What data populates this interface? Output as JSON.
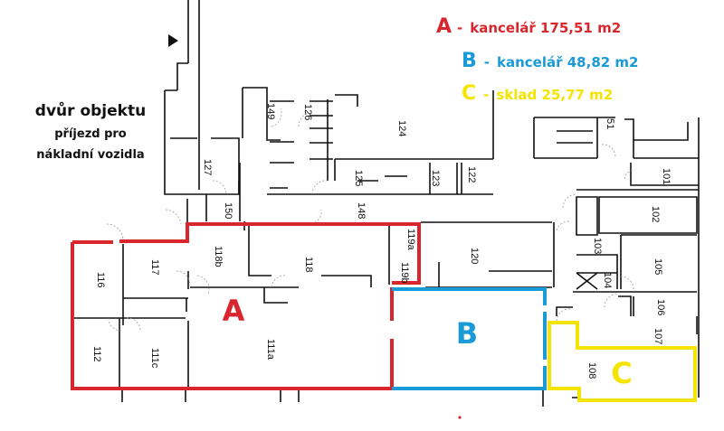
{
  "colors": {
    "A": "#d9262e",
    "B": "#1a9ad6",
    "C": "#f5e400",
    "walls": "#111111"
  },
  "title": {
    "line1": "dvůr objektu",
    "line2": "příjezd pro",
    "line3": "nákladní vozidla"
  },
  "legend": [
    {
      "letter": "A",
      "sep": "-",
      "text": "kancelář  175,51 m2"
    },
    {
      "letter": "B",
      "sep": "-",
      "text": "kancelář 48,82 m2"
    },
    {
      "letter": "C",
      "sep": "-",
      "text": "sklad 25,77 m2"
    }
  ],
  "areas": {
    "A": "A",
    "B": "B",
    "C": "C"
  },
  "rooms": {
    "r149": "149",
    "r126": "126",
    "r124": "124",
    "r127": "127",
    "r125": "125",
    "r123": "123",
    "r122": "122",
    "r150": "150",
    "r148": "148",
    "r51": "51",
    "r101": "101",
    "r102": "102",
    "r103": "103",
    "r104": "104",
    "r105": "105",
    "r106": "106",
    "r107": "107",
    "r108": "108",
    "r120": "120",
    "r118": "118",
    "r118b": "118b",
    "r119a": "119a",
    "r119b": "119b",
    "r117": "117",
    "r116": "116",
    "r112": "112",
    "r111c": "111c",
    "r111a": "111a"
  }
}
